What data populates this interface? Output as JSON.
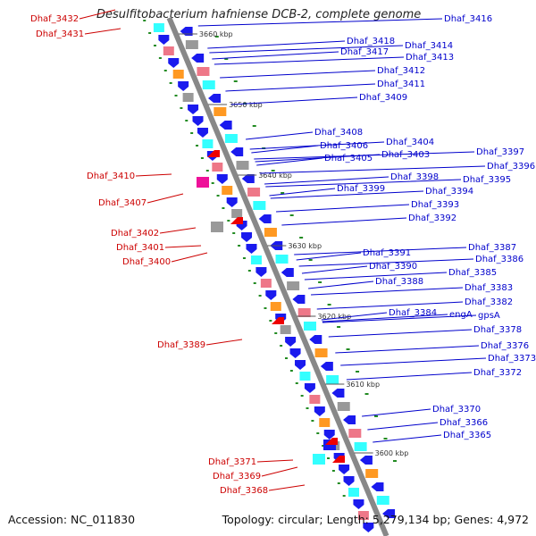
{
  "title": "Desulfitobacterium hafniense DCB-2, complete genome",
  "accession": "Accession: NC_011830",
  "topology": "Topology: circular; Length: 5,279,134 bp; Genes: 4,972",
  "colors": {
    "backbone": "#888888",
    "left_label": "#cc0000",
    "right_label": "#0000cc",
    "tick_label": "#333333",
    "gc_dots": "#228b22",
    "cds": "#1a1aee",
    "cyan": "#33ffff",
    "pink": "#ee7788",
    "magenta": "#ee1199",
    "orange": "#ff9922",
    "gray": "#999999"
  },
  "ticks": [
    "3660 kbp",
    "3650 kbp",
    "3640 kbp",
    "3630 kbp",
    "3620 kbp",
    "3610 kbp",
    "3600 kbp"
  ],
  "left_labels": [
    "Dhaf_3432",
    "Dhaf_3431",
    "Dhaf_3410",
    "Dhaf_3407",
    "Dhaf_3402",
    "Dhaf_3401",
    "Dhaf_3400",
    "Dhaf_3389",
    "Dhaf_3371",
    "Dhaf_3369",
    "Dhaf_3368"
  ],
  "right_labels": [
    "Dhaf_3416",
    "Dhaf_3418",
    "Dhaf_3414",
    "Dhaf_3417",
    "Dhaf_3413",
    "Dhaf_3412",
    "Dhaf_3411",
    "Dhaf_3409",
    "Dhaf_3408",
    "Dhaf_3406",
    "Dhaf_3404",
    "Dhaf_3405",
    "Dhaf_3403",
    "Dhaf_3397",
    "Dhaf_3396",
    "Dhaf_3398",
    "Dhaf_3395",
    "Dhaf_3399",
    "Dhaf_3394",
    "Dhaf_3393",
    "Dhaf_3392",
    "Dhaf_3387",
    "Dhaf_3391",
    "Dhaf_3386",
    "Dhaf_3390",
    "Dhaf_3385",
    "Dhaf_3388",
    "Dhaf_3383",
    "Dhaf_3382",
    "Dhaf_3384",
    "engA",
    "gpsA",
    "Dhaf_3378",
    "Dhaf_3376",
    "Dhaf_3373",
    "Dhaf_3372",
    "Dhaf_3370",
    "Dhaf_3366",
    "Dhaf_3365"
  ]
}
